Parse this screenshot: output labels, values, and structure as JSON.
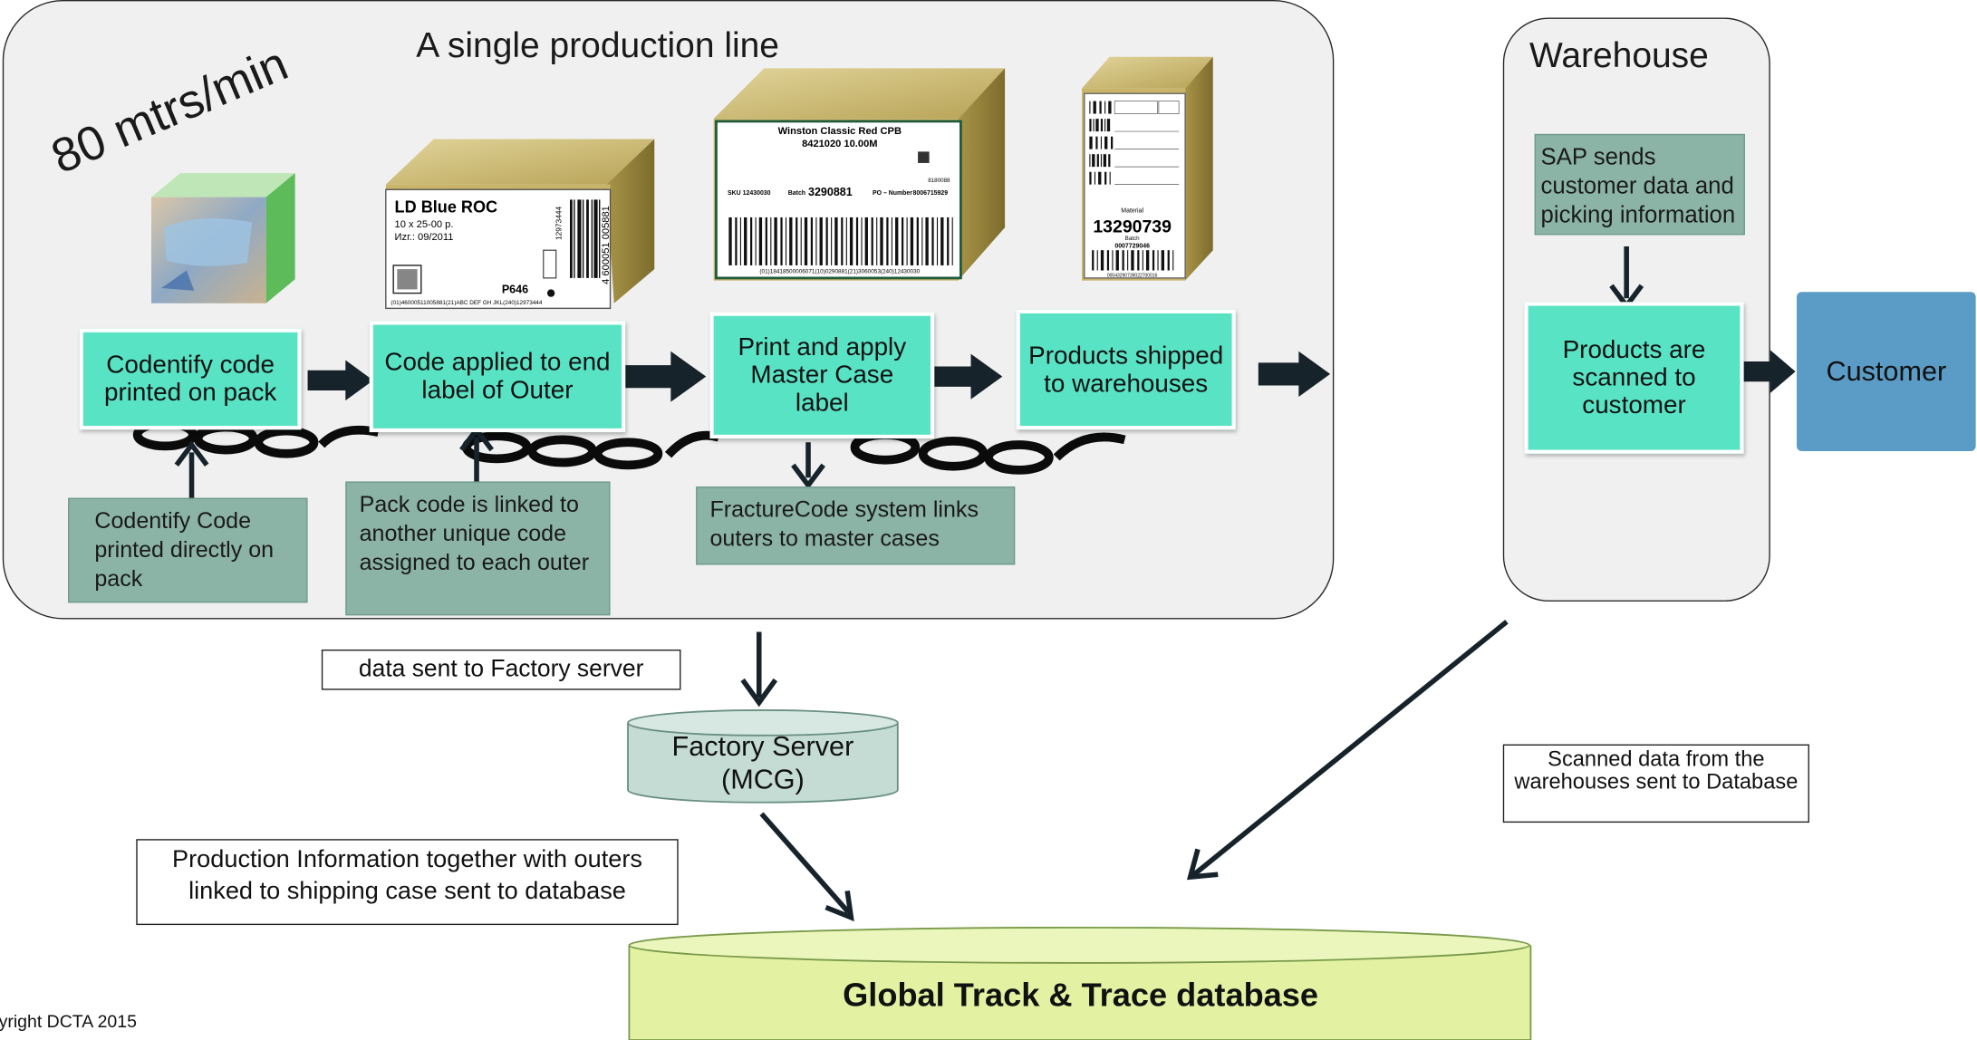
{
  "production_line": {
    "title": "A single production line",
    "speed": "80 mtrs/min"
  },
  "steps": [
    "Codentify code printed on pack",
    "Code applied to end label of Outer",
    "Print and apply Master Case label",
    "Products shipped to warehouses"
  ],
  "notes": [
    "Codentify Code printed directly on pack",
    "Pack code is linked to another unique  code assigned to each outer",
    "FractureCode system links outers to master  cases"
  ],
  "outer_label": {
    "name": "LD Blue ROC",
    "line1": "10 x 25-00 p.",
    "line2": "Иzг.: 09/2011",
    "code": "P646",
    "side": "12973444",
    "vertical": "4 600051 005881",
    "footer": "(01)46000511005881(21)ABC DEF GH JKL(240)12973444"
  },
  "master_label": {
    "title1": "Winston Classic Red CPB",
    "title2": "8421020 10.00M",
    "sku_label": "SKU",
    "sku": "12430030",
    "batch_label": "Batch",
    "batch": "3290881",
    "po_label": "PO – Number",
    "po": "8006715929",
    "small": "8180088",
    "footer": "(01)18418500006071(10)0290881(21)3060053(240)12430030"
  },
  "pallet_label": {
    "material_label": "Material",
    "material": "13290739",
    "batch_label": "Batch",
    "batch": "0007729046",
    "footer": "00043290739022700016"
  },
  "warehouse": {
    "title": "Warehouse",
    "note": "SAP sends customer data and picking information",
    "step": "Products are scanned to customer",
    "customer": "Customer"
  },
  "factory_server": {
    "label": "Factory Server (MCG)"
  },
  "callouts": {
    "factory": "data sent to Factory server",
    "production": "Production Information together with outers linked to shipping case sent to database",
    "scanned": "Scanned data from the warehouses sent to Database"
  },
  "database": {
    "label": "Global Track & Trace database"
  },
  "copyright": "yright DCTA 2015",
  "colors": {
    "step_fill": "#59e3c5",
    "note_fill": "#8bb3a6",
    "customer_fill": "#5b9cc6",
    "database_fill": "#e2f2a2",
    "server_fill": "#c4dcd3",
    "arrow": "#17232b"
  }
}
